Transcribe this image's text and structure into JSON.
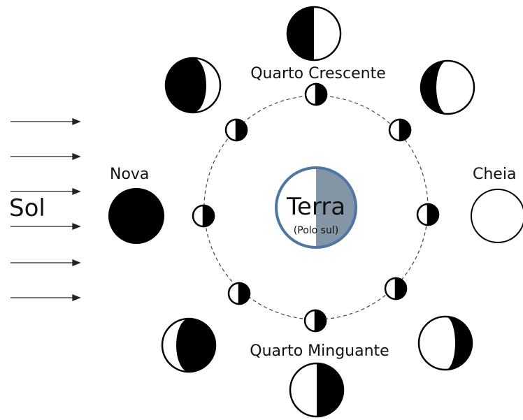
{
  "labels": {
    "sun": "Sol",
    "earth": "Terra",
    "earth_note": "(Polo sul)",
    "new_moon": "Nova",
    "full_moon": "Cheia",
    "first_quarter": "Quarto Crescente",
    "last_quarter": "Quarto Minguante"
  },
  "colors": {
    "earth_ring": "#4f77a3",
    "earth_shadow": "#8496a6",
    "moon_dark": "#000000",
    "moon_light": "#ffffff",
    "orbit": "#444444"
  },
  "icons": {
    "sunlight": "arrow-right-icon",
    "moon": "moon-phase-icon"
  }
}
